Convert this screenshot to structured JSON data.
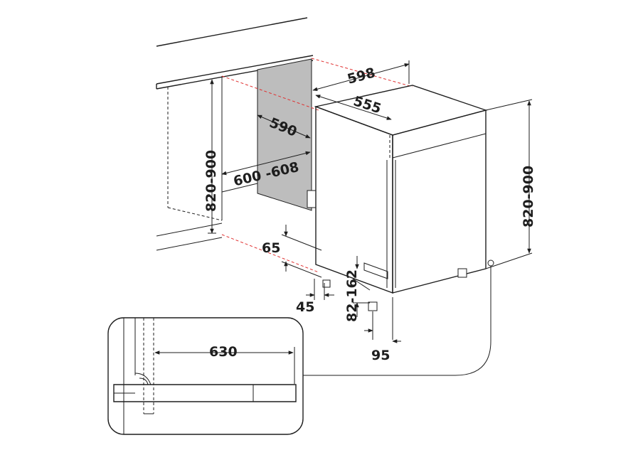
{
  "dimensions": {
    "cabinet_width": "598",
    "cabinet_depth": "555",
    "niche_depth": "590",
    "niche_width": "600 -608",
    "niche_height": "820-900",
    "appliance_height": "820-900",
    "plinth_height": "65",
    "plinth_setback": "45",
    "foot_range": "82-162",
    "foot_offset": "95",
    "door_swing": "630"
  },
  "colors": {
    "line": "#1e1e1e",
    "guide": "#e03030",
    "panel": "#bdbdbd"
  }
}
